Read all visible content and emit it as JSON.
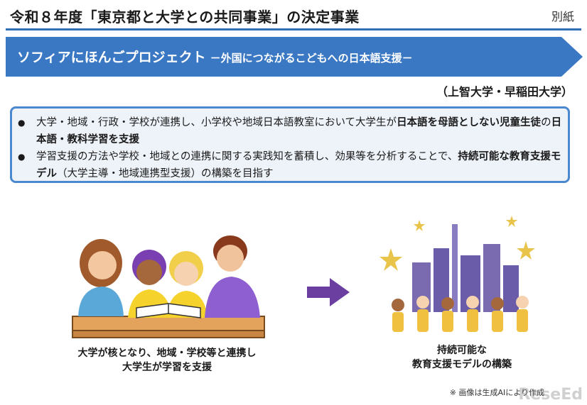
{
  "header": {
    "title": "令和８年度「東京都と大学との共同事業」の決定事業",
    "attachment": "別紙"
  },
  "banner": {
    "title": "ソフィアにほんごプロジェクト",
    "subtitle": "－外国につながるこどもへの日本語支援－",
    "color": "#3a78c4"
  },
  "universities": "（上智大学・早稲田大学）",
  "bullets": [
    {
      "parts": [
        {
          "t": "大学・地域・行政・学校が連携し、小学校や地域日本語教室において大学生が"
        },
        {
          "t": "日本語を母語としない児童生徒"
        },
        {
          "t": "の"
        },
        {
          "t": "日本語・教科学習を支援"
        }
      ]
    },
    {
      "parts": [
        {
          "t": "学習支援の方法や学校・地域との連携に関する実践知を蓄積し、効果等を分析することで、"
        },
        {
          "t": "持続可能な教育支援モデル"
        },
        {
          "t": "（大学主導・地域連携型支援）の構築を目指す"
        }
      ]
    }
  ],
  "captions": {
    "left_line1": "大学が核となり、地域・学校等と連携し",
    "left_line2": "大学生が学習を支援",
    "right_line1": "持続可能な",
    "right_line2": "教育支援モデルの構築"
  },
  "footnote": "※ 画像は生成AIにより作成",
  "watermark": "ReseEd",
  "colors": {
    "accent": "#3a78c4",
    "box_border": "#4a88d0",
    "arrow": "#6b3fa0"
  }
}
